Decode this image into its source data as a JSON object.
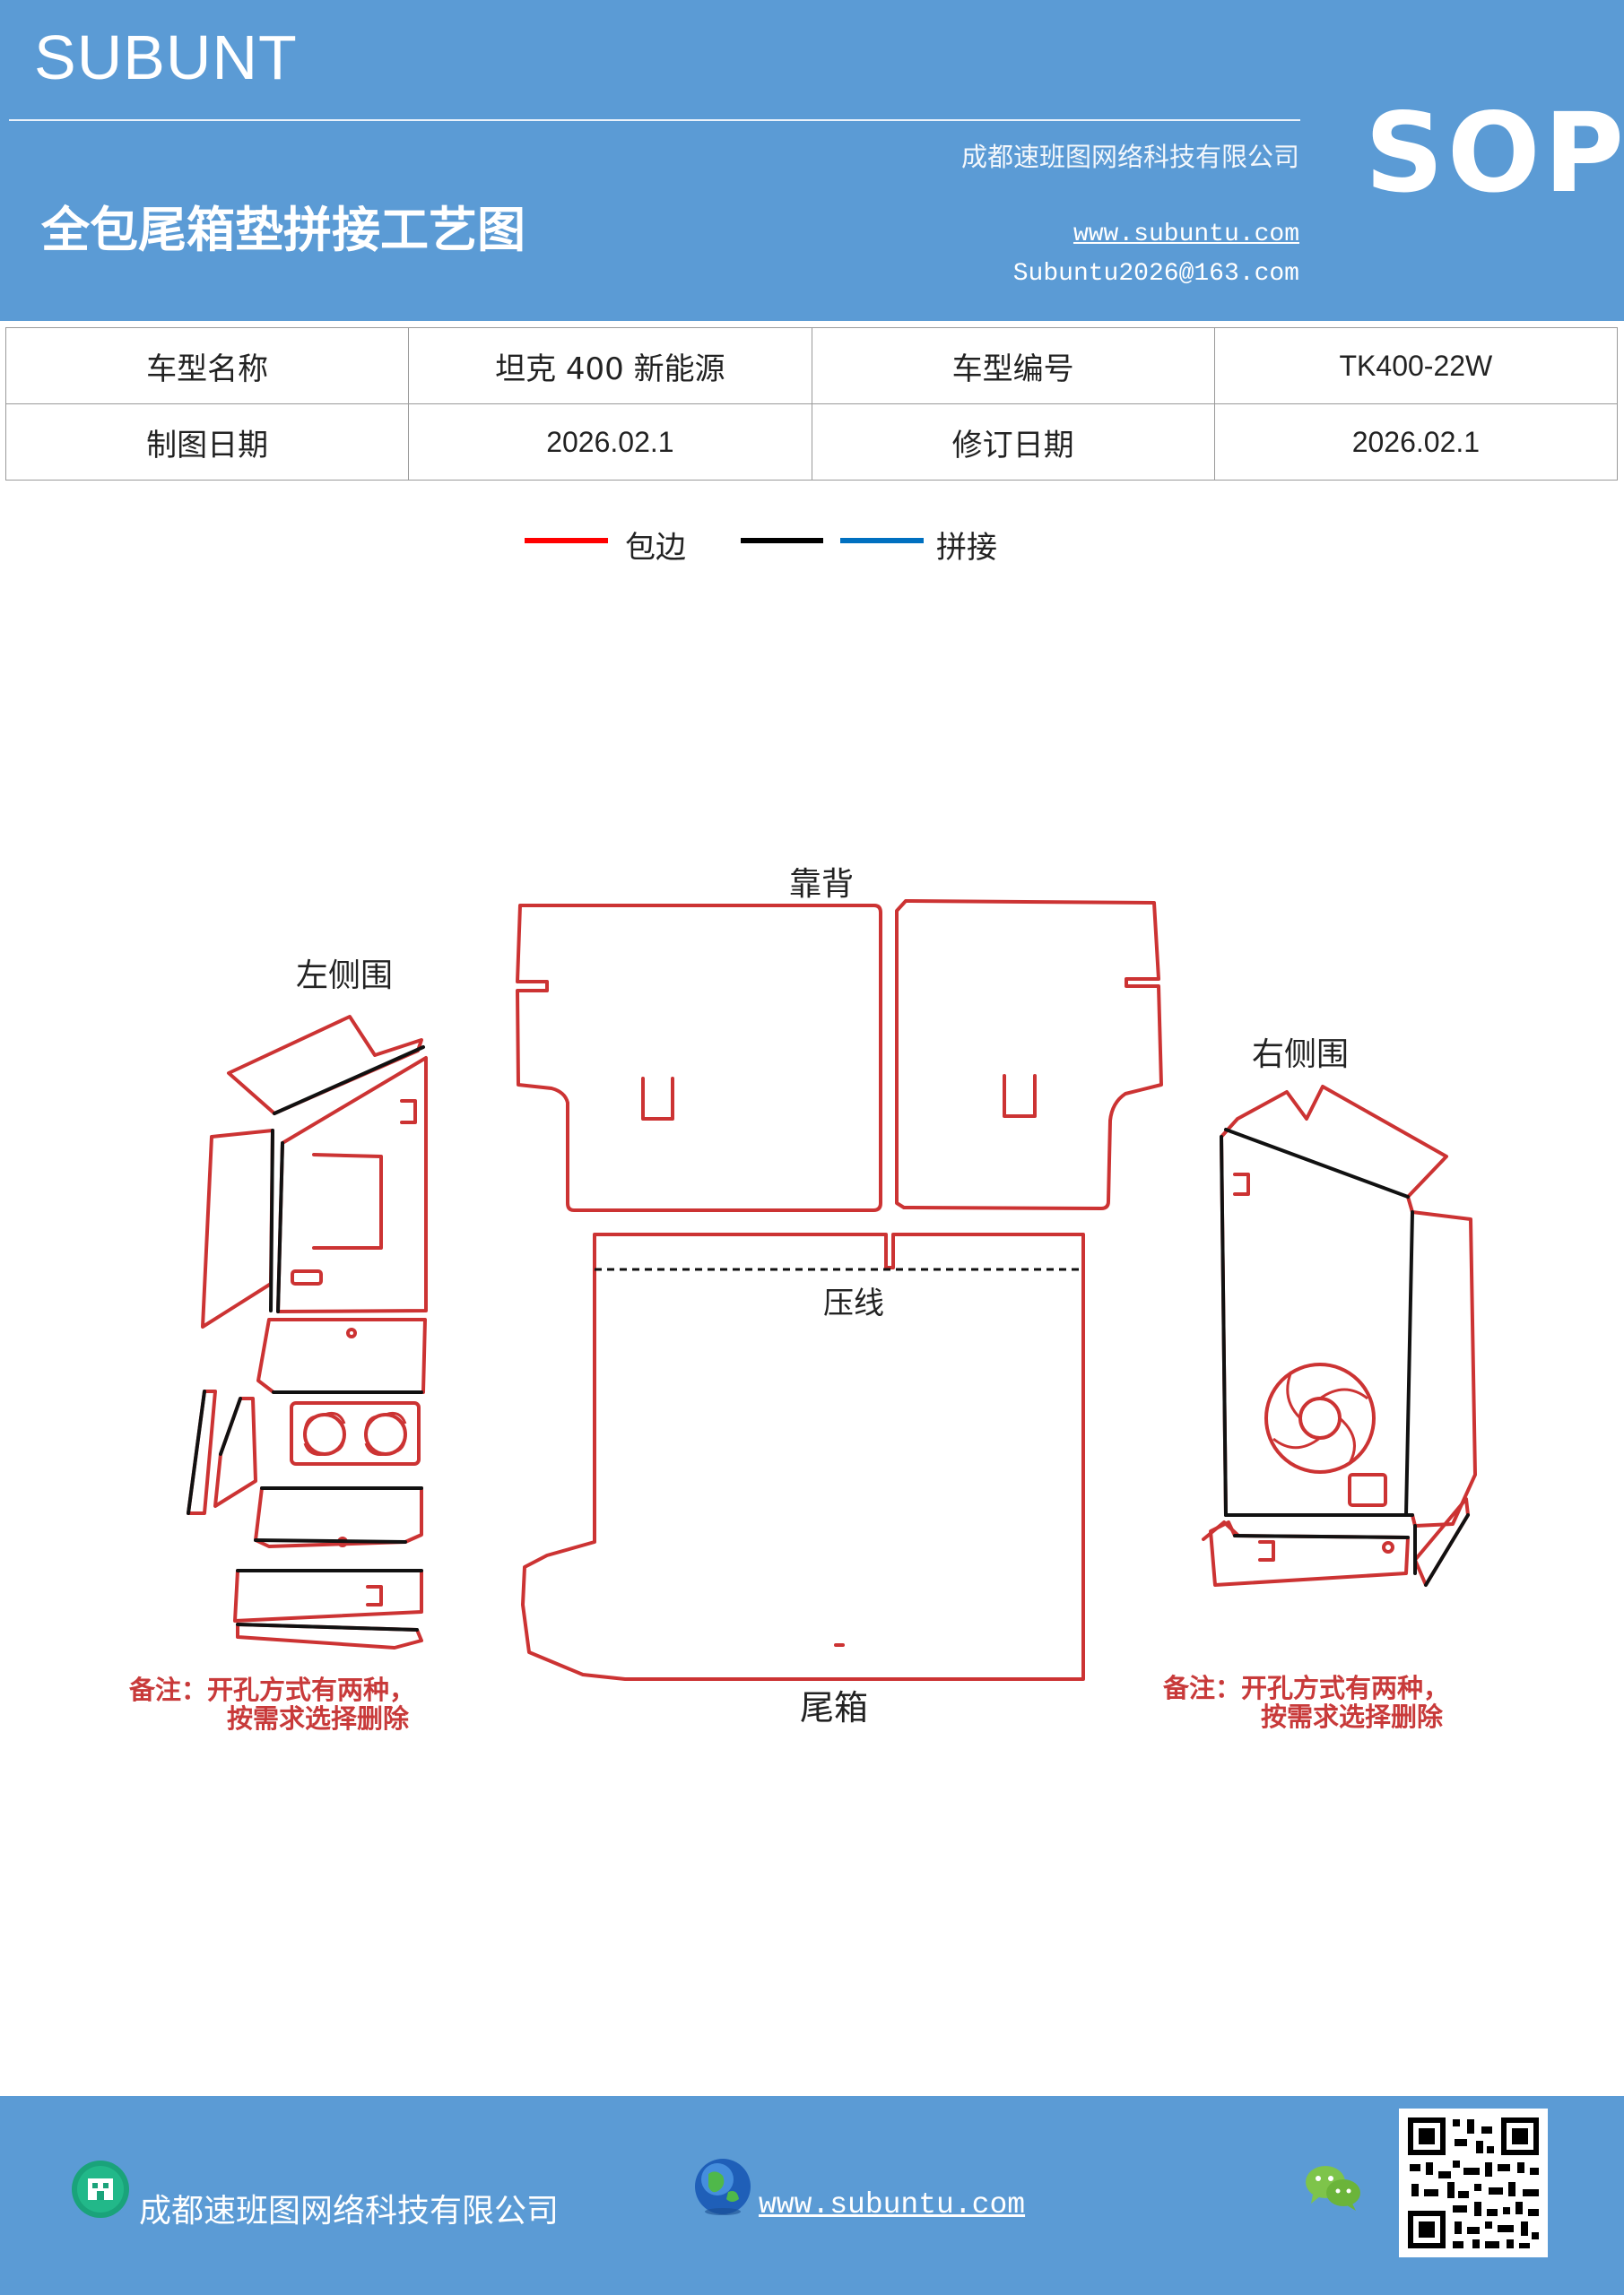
{
  "header": {
    "brand": "SUBUNT",
    "company": "成都速班图网络科技有限公司",
    "title": "全包尾箱垫拼接工艺图",
    "website": "www.subuntu.com",
    "email": "Subuntu2026@163.com",
    "badge": "SOP"
  },
  "info_table": {
    "model_name_label": "车型名称",
    "model_name_value": "坦克 400 新能源",
    "model_code_label": "车型编号",
    "model_code_value": "TK400-22W",
    "draw_date_label": "制图日期",
    "draw_date_value": "2026.02.1",
    "revise_date_label": "修订日期",
    "revise_date_value": "2026.02.1"
  },
  "legend": {
    "wrap_edge": "包边",
    "splice": "拼接",
    "colors": {
      "wrap_edge": "#ff0000",
      "line_black": "#000000",
      "splice": "#0070c0"
    }
  },
  "diagram": {
    "backrest_label": "靠背",
    "left_side_label": "左侧围",
    "right_side_label": "右侧围",
    "press_line_label": "压线",
    "trunk_label": "尾箱",
    "note_left_1": "备注：开孔方式有两种，",
    "note_left_2": "按需求选择删除",
    "note_right_1": "备注：开孔方式有两种，",
    "note_right_2": "按需求选择删除",
    "colors": {
      "outline": "#cc3333",
      "inner": "#111111",
      "note": "#c83a3a"
    }
  },
  "footer": {
    "company": "成都速班图网络科技有限公司",
    "website": "www.subuntu.com ",
    "company_icon": "building-icon",
    "web_icon": "globe-icon",
    "chat_icon": "wechat-icon",
    "qr_icon": "qr-code-icon"
  }
}
